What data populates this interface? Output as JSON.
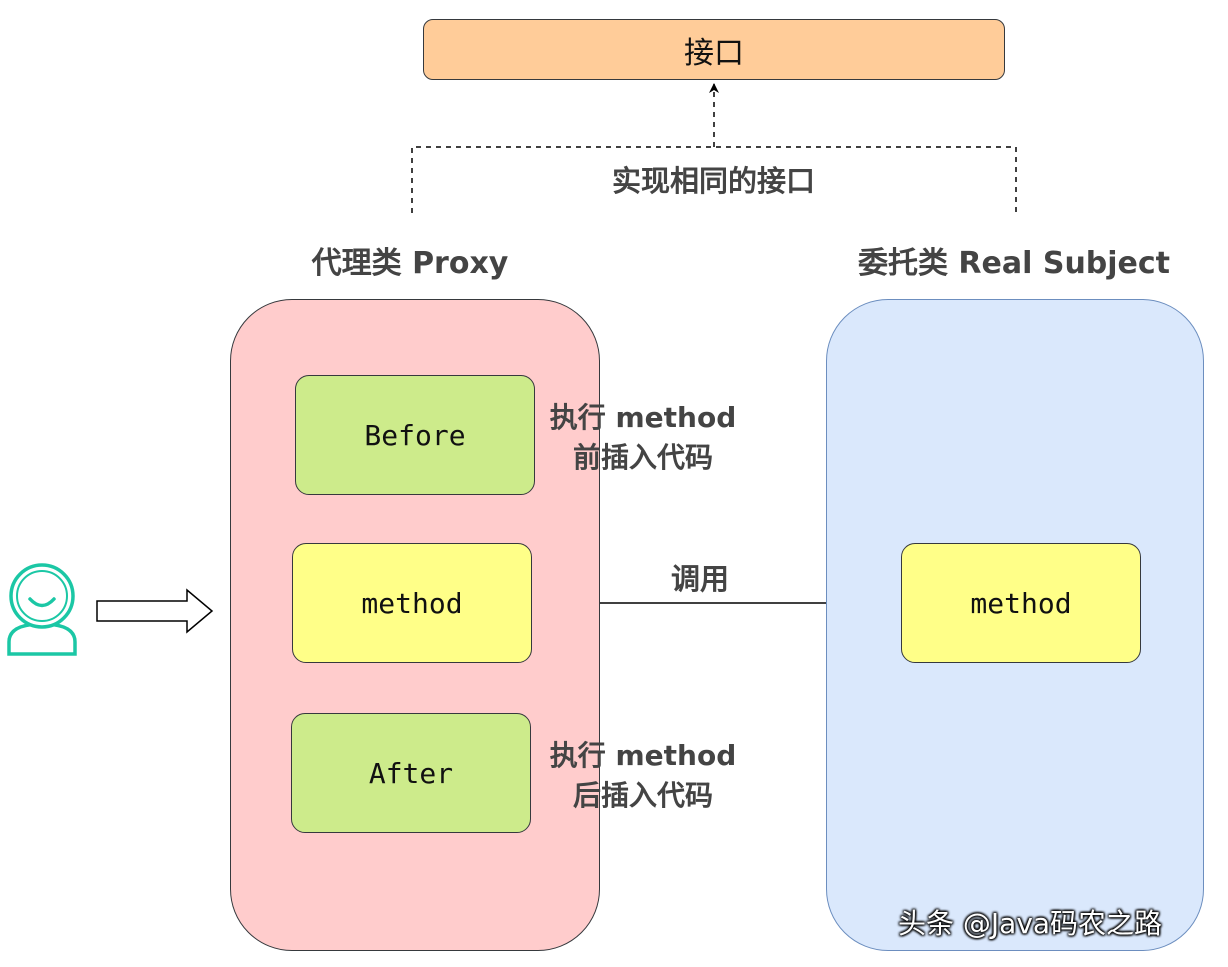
{
  "interface": {
    "label": "接口"
  },
  "implement_label": "实现相同的接口",
  "proxy": {
    "title": "代理类 Proxy",
    "before_label": "Before",
    "method_label": "method",
    "after_label": "After"
  },
  "real_subject": {
    "title": "委托类 Real Subject",
    "method_label": "method"
  },
  "notes": {
    "before": {
      "line1": "执行 method",
      "line2": "前插入代码"
    },
    "after": {
      "line1": "执行 method",
      "line2": "后插入代码"
    }
  },
  "call_label": "调用",
  "watermark": "头条 @Java码农之路",
  "icons": {
    "user": "user-icon",
    "hollow_arrow": "hollow-arrow-icon"
  },
  "colors": {
    "interface_fill": "#ffcc99",
    "proxy_fill": "#ffcccc",
    "subject_fill": "#dae8fc",
    "subject_border": "#6c8ebf",
    "green_fill": "#cdeb8b",
    "yellow_fill": "#ffff88",
    "user_icon": "#1bc7a5"
  }
}
